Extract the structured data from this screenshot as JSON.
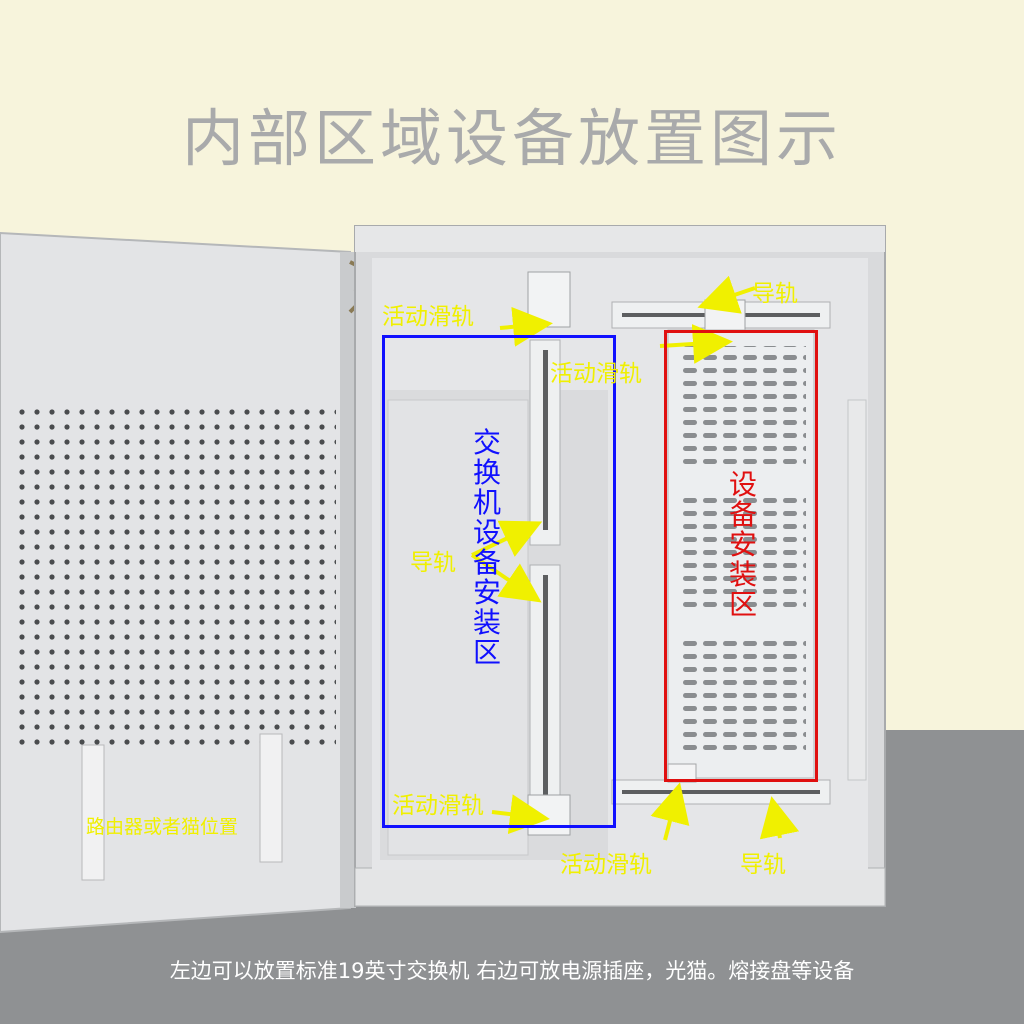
{
  "title": "内部区域设备放置图示",
  "caption": "左边可以放置标准19英寸交换机  右边可放电源插座，光猫。熔接盘等设备",
  "labels": {
    "movable_rail_1": "活动滑轨",
    "movable_rail_2": "活动滑轨",
    "movable_rail_3": "活动滑轨",
    "movable_rail_4": "活动滑轨",
    "guide_rail_1": "导轨",
    "guide_rail_2": "导轨",
    "guide_rail_3": "导轨",
    "router_position": "路由器或者猫位置"
  },
  "zones": {
    "switch_zone": {
      "label": "交换机设备安装区",
      "color": "#1010ff"
    },
    "device_zone": {
      "label": "设备安装区",
      "color": "#e01010"
    }
  },
  "colors": {
    "annotation": "#f0f000",
    "arrow": "#f0f000"
  }
}
